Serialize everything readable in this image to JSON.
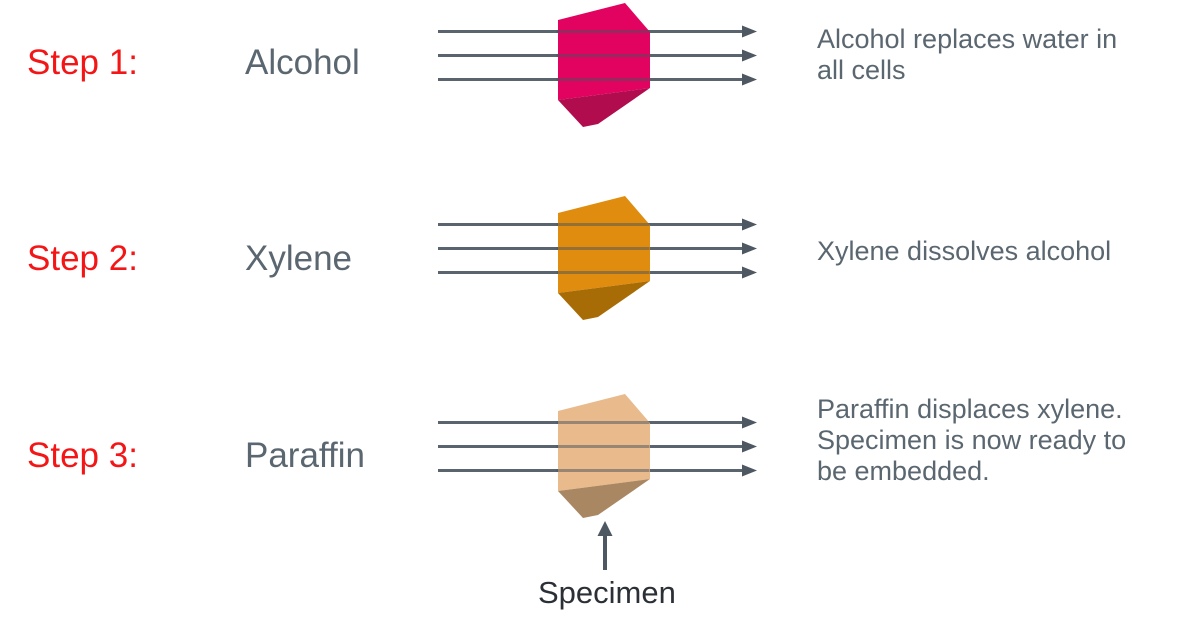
{
  "diagram": {
    "colors": {
      "step_label_red": "#f41616",
      "body_text": "#5b6770",
      "arrow": "#5a646e",
      "arrowhead": "#4d5862",
      "specimen_label": "#2b3036"
    },
    "steps": [
      {
        "label": "Step 1:",
        "chemical": "Alcohol",
        "desc_lines": [
          "Alcohol replaces water in",
          "all cells"
        ],
        "box_front": "#e20260",
        "box_bottom": "#b00c4e"
      },
      {
        "label": "Step 2:",
        "chemical": "Xylene",
        "desc_lines": [
          "Xylene dissolves alcohol"
        ],
        "box_front": "#e08c0e",
        "box_bottom": "#a86c06"
      },
      {
        "label": "Step 3:",
        "chemical": "Paraffin",
        "desc_lines": [
          "Paraffin displaces xylene.",
          "Specimen is now ready to",
          "be embedded."
        ],
        "box_front": "#e8ba8c",
        "box_bottom": "#a98762"
      }
    ],
    "specimen": {
      "label": "Specimen"
    }
  }
}
